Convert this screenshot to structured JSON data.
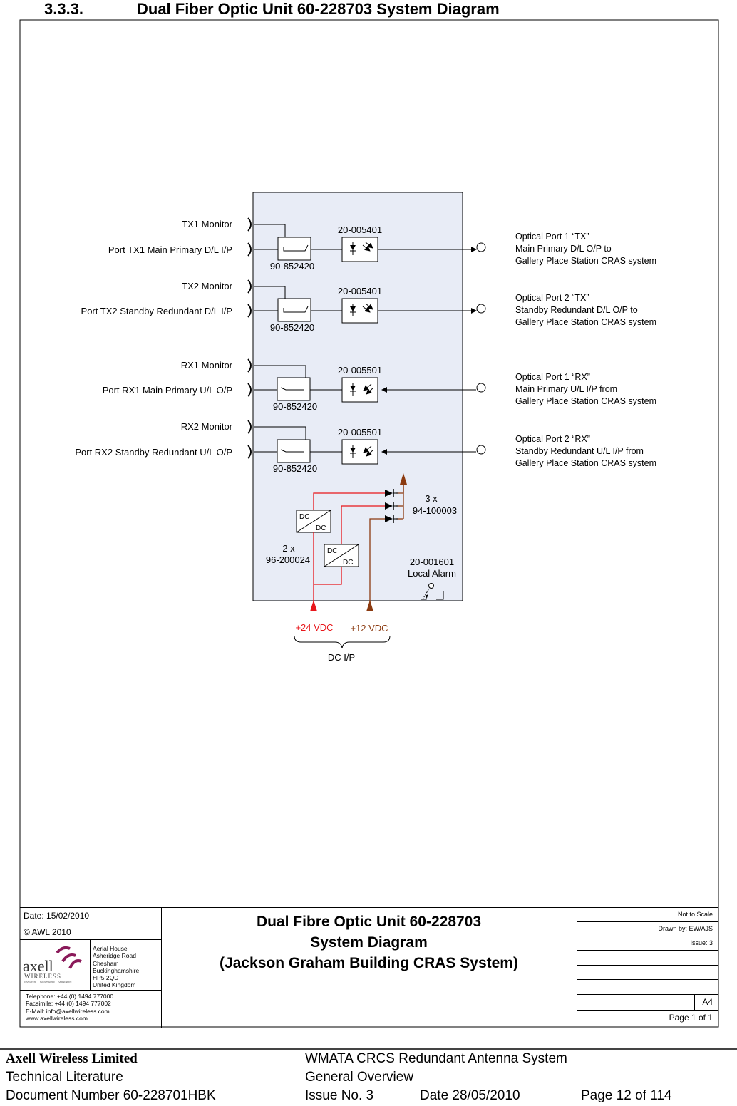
{
  "section": {
    "number": "3.3.3.",
    "title": "Dual Fiber Optic Unit 60-228703 System Diagram"
  },
  "left_ports": [
    {
      "label": "TX1 Monitor"
    },
    {
      "label": "Port TX1 Main Primary D/L I/P"
    },
    {
      "label": "TX2 Monitor"
    },
    {
      "label": "Port TX2 Standby Redundant D/L I/P"
    },
    {
      "label": "RX1 Monitor"
    },
    {
      "label": "Port RX1 Main Primary U/L O/P"
    },
    {
      "label": "RX2 Monitor"
    },
    {
      "label": "Port RX2 Standby Redundant U/L O/P"
    }
  ],
  "optical_ports": [
    {
      "line1": "Optical Port 1 “TX”",
      "line2": "Main Primary D/L O/P to",
      "line3": "Gallery Place Station CRAS system"
    },
    {
      "line1": "Optical Port 2 “TX”",
      "line2": "Standby Redundant D/L O/P to",
      "line3": "Gallery Place Station CRAS system"
    },
    {
      "line1": "Optical Port 1 “RX”",
      "line2": "Main Primary U/L I/P from",
      "line3": "Gallery Place Station CRAS system"
    },
    {
      "line1": "Optical Port 2 “RX”",
      "line2": "Standby Redundant U/L I/P from",
      "line3": "Gallery Place Station CRAS system"
    }
  ],
  "couplers": [
    "90-852420",
    "90-852420",
    "90-852420",
    "90-852420"
  ],
  "transceivers": [
    "20-005401",
    "20-005401",
    "20-005501",
    "20-005501"
  ],
  "diodes": {
    "qty": "3 x",
    "part": "94-100003"
  },
  "converters": {
    "qty": "2 x",
    "part": "96-200024",
    "dc": "DC"
  },
  "alarm": {
    "part": "20-001601",
    "label": "Local Alarm"
  },
  "power": {
    "v24": "+24 VDC",
    "v12": "+12 VDC",
    "group": "DC I/P"
  },
  "colors": {
    "panel": "#e8ecf6",
    "red": "#e8161b",
    "brown": "#8b3a10"
  },
  "title_block": {
    "date": "Date: 15/02/2010",
    "copyright": "© AWL 2010",
    "title1": "Dual Fibre Optic Unit 60-228703",
    "title2": "System Diagram",
    "title3": "(Jackson Graham Building CRAS System)",
    "scale": "Not to Scale",
    "drawn": "Drawn by: EW/AJS",
    "issue": "Issue: 3",
    "size": "A4",
    "page": "Page 1 of 1",
    "address": [
      "Aerial House",
      "Asheridge Road",
      "Chesham",
      "Buckinghamshire",
      "HP5 2QD",
      "United Kingdom"
    ],
    "contact": [
      "Telephone: +44 (0) 1494 777000",
      "Facsimile: +44 (0) 1494 777002",
      "E-Mail: info@axellwireless.com",
      "www.axellwireless.com"
    ],
    "logo": {
      "name": "axell",
      "sub": "WIRELESS",
      "tagline": "endless... seamless... wireless..."
    }
  },
  "footer": {
    "company": "Axell Wireless Limited",
    "lit": "Technical Literature",
    "docnum": "Document Number 60-228701HBK",
    "system": "WMATA CRCS Redundant Antenna System",
    "overview": "General Overview",
    "issue": "Issue No. 3",
    "date": "Date 28/05/2010",
    "page": "Page 12 of 114"
  }
}
